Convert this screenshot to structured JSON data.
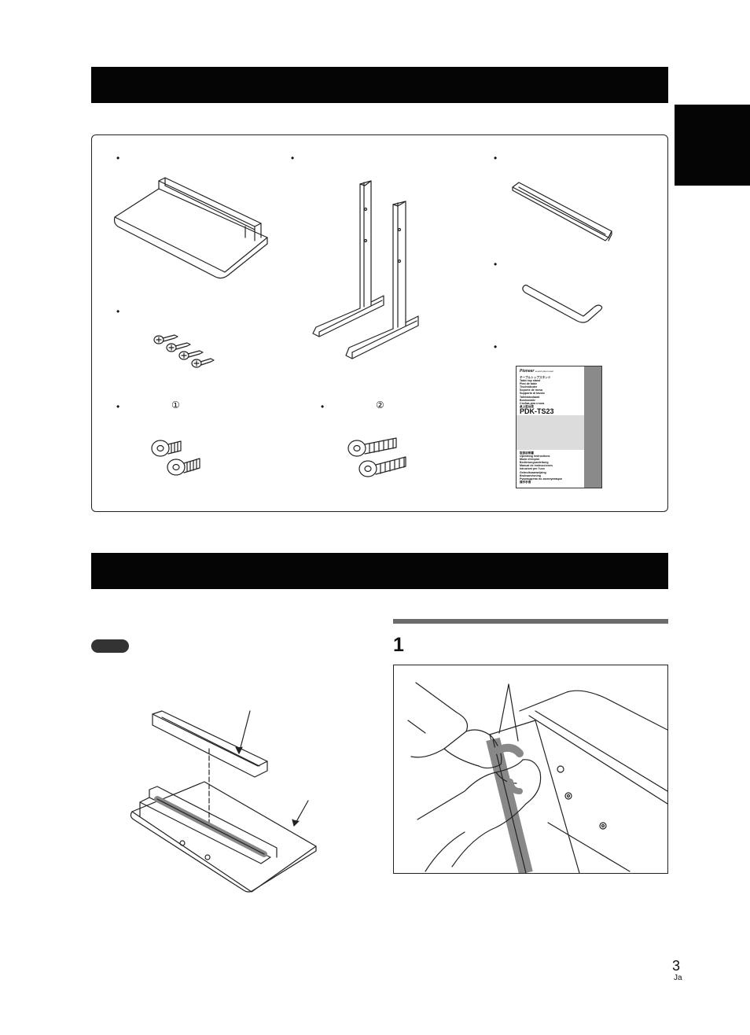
{
  "page": {
    "bullet": "•",
    "part_markers": {
      "bolt_1": "①",
      "bolt_2": "②"
    },
    "step_number": "1",
    "page_number": "3",
    "language_code": "Ja"
  },
  "manual_cover": {
    "brand": "Pioneer",
    "tagline": "sound.vision.soul",
    "lines_top": [
      "テーブルトップスタンド",
      "Table top stand",
      "Pied de table",
      "Tischständer",
      "Soporte de mesa",
      "Supporto di tavolo",
      "Tafelstandaard",
      "Bordsstativ",
      "Стойка для стола",
      "桌上型台座"
    ],
    "model": "PDK-TS23",
    "lines_bottom": [
      "取扱説明書",
      "Operating Instructions",
      "Mode d'emploi",
      "Bedienungsanleitung",
      "Manual de instrucciones",
      "Istruzioni per l'uso",
      "Gebruiksaanwijzing",
      "Bruksanvisning",
      "Руководство по эксплуатации",
      "操作手冊"
    ]
  },
  "colors": {
    "header_bar": "#050505",
    "tab_block": "#050505",
    "step_rule": "#6b6b6b",
    "note_badge": "#333333",
    "manual_spine": "#8a8a8a",
    "manual_band": "#dcdcdc"
  }
}
